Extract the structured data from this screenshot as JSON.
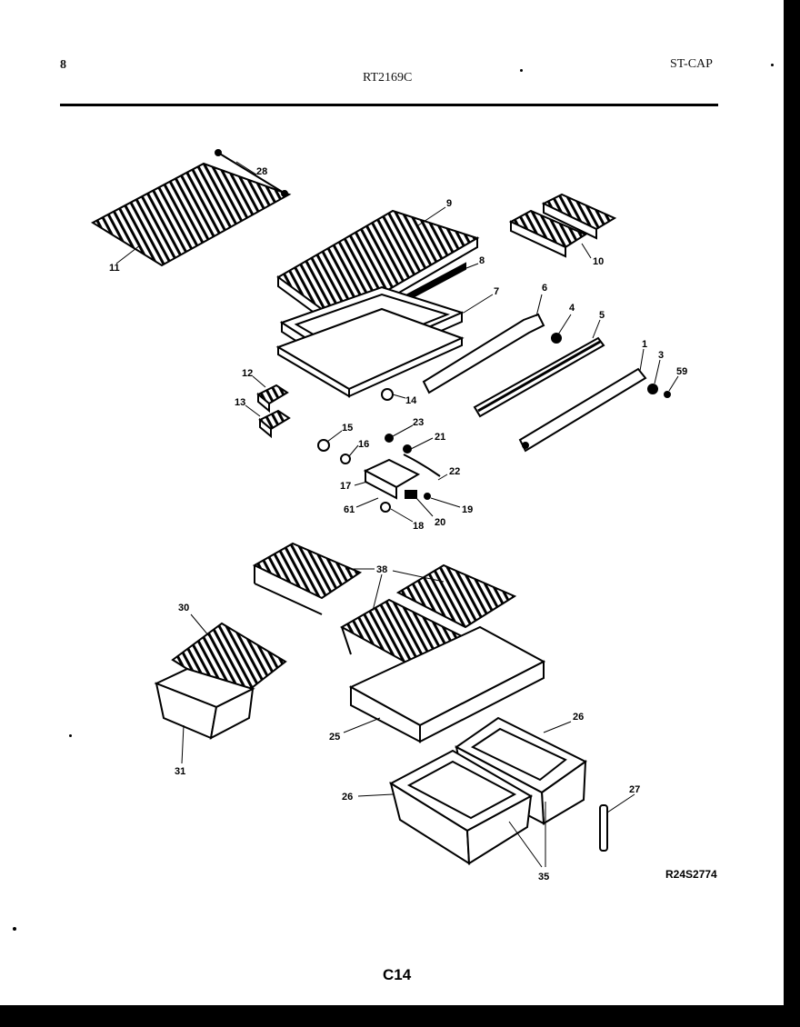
{
  "header": {
    "page_index": "8",
    "model": "RT2169C",
    "section_code": "ST-CAP"
  },
  "callouts": [
    "28",
    "11",
    "9",
    "10",
    "8",
    "7",
    "6",
    "4",
    "5",
    "1",
    "3",
    "59",
    "12",
    "13",
    "14",
    "15",
    "16",
    "23",
    "21",
    "22",
    "17",
    "61",
    "18",
    "20",
    "19",
    "38",
    "30",
    "31",
    "26",
    "25",
    "27",
    "35"
  ],
  "footer": {
    "ref_number": "R24S2774",
    "page_code": "C14"
  }
}
